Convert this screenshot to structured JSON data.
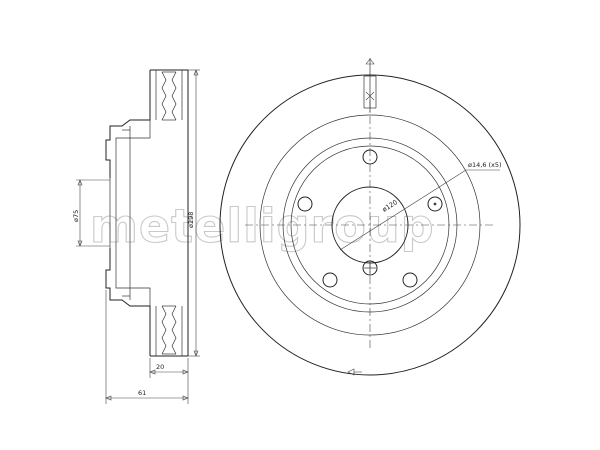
{
  "watermark": "metelligroup",
  "dimensions": {
    "center_bore": "ø75",
    "outer_diameter": "ø298",
    "thickness": "20",
    "height": "61",
    "pcd": "ø120",
    "bolt_hole": "ø14,6 (x5)"
  }
}
